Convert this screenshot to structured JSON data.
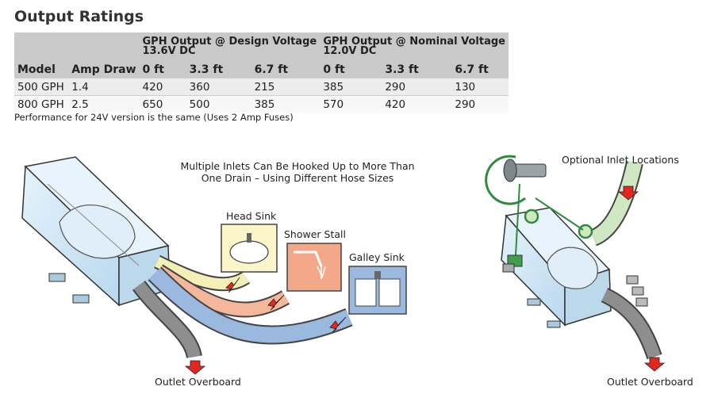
{
  "title": "Output Ratings",
  "table": {
    "group_design": "GPH Output @ Design Voltage",
    "group_design_volt": "13.6V DC",
    "group_nominal": "GPH Output @ Nominal Voltage",
    "group_nominal_volt": "12.0V DC",
    "columns": [
      "Model",
      "Amp Draw",
      "0 ft",
      "3.3 ft",
      "6.7 ft",
      "0 ft",
      "3.3 ft",
      "6.7 ft"
    ],
    "rows": [
      [
        "500 GPH",
        "1.4",
        "420",
        "360",
        "215",
        "385",
        "290",
        "130"
      ],
      [
        "800 GPH",
        "2.5",
        "650",
        "500",
        "385",
        "570",
        "420",
        "290"
      ]
    ]
  },
  "note": "Performance for 24V version is the same (Uses 2 Amp Fuses)",
  "left_diagram": {
    "caption_line1": "Multiple Inlets Can Be Hooked Up to More Than",
    "caption_line2": "One Drain – Using Different Hose Sizes",
    "head_sink": "Head Sink",
    "shower_stall": "Shower Stall",
    "galley_sink": "Galley Sink",
    "outlet": "Outlet Overboard"
  },
  "right_diagram": {
    "caption": "Optional Inlet Locations",
    "outlet": "Outlet Overboard"
  },
  "colors": {
    "header_bg": "#c9c9c9",
    "box_fill": "#cfe6f5",
    "head_hose": "#f3efb7",
    "shower_hose": "#f4b79c",
    "galley_hose": "#9bb8df",
    "inlet_green": "#2f8a3e",
    "arrow_red": "#e3261f"
  }
}
